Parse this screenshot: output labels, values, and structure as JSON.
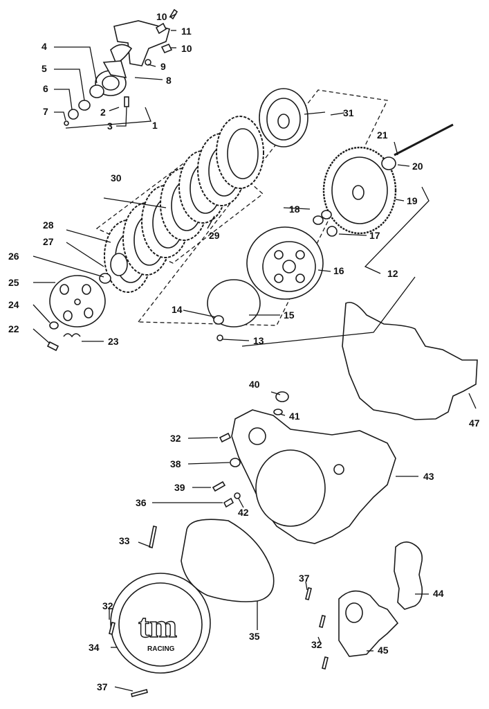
{
  "callouts": {
    "c1": "1",
    "c2": "2",
    "c3": "3",
    "c4": "4",
    "c5": "5",
    "c6": "6",
    "c7": "7",
    "c8": "8",
    "c9": "9",
    "c10a": "10",
    "c10b": "10",
    "c11": "11",
    "c12": "12",
    "c13": "13",
    "c14": "14",
    "c15": "15",
    "c16": "16",
    "c17": "17",
    "c18": "18",
    "c19": "19",
    "c20": "20",
    "c21": "21",
    "c22": "22",
    "c23": "23",
    "c24": "24",
    "c25": "25",
    "c26": "26",
    "c27": "27",
    "c28": "28",
    "c29": "29",
    "c30": "30",
    "c31": "31",
    "c32a": "32",
    "c32b": "32",
    "c32c": "32",
    "c33": "33",
    "c34": "34",
    "c35": "35",
    "c36": "36",
    "c37a": "37",
    "c37b": "37",
    "c38": "38",
    "c39": "39",
    "c40": "40",
    "c41": "41",
    "c42": "42",
    "c43": "43",
    "c44": "44",
    "c45": "45",
    "c47": "47"
  },
  "logo": {
    "brand": "tm",
    "sub": "RACING"
  }
}
